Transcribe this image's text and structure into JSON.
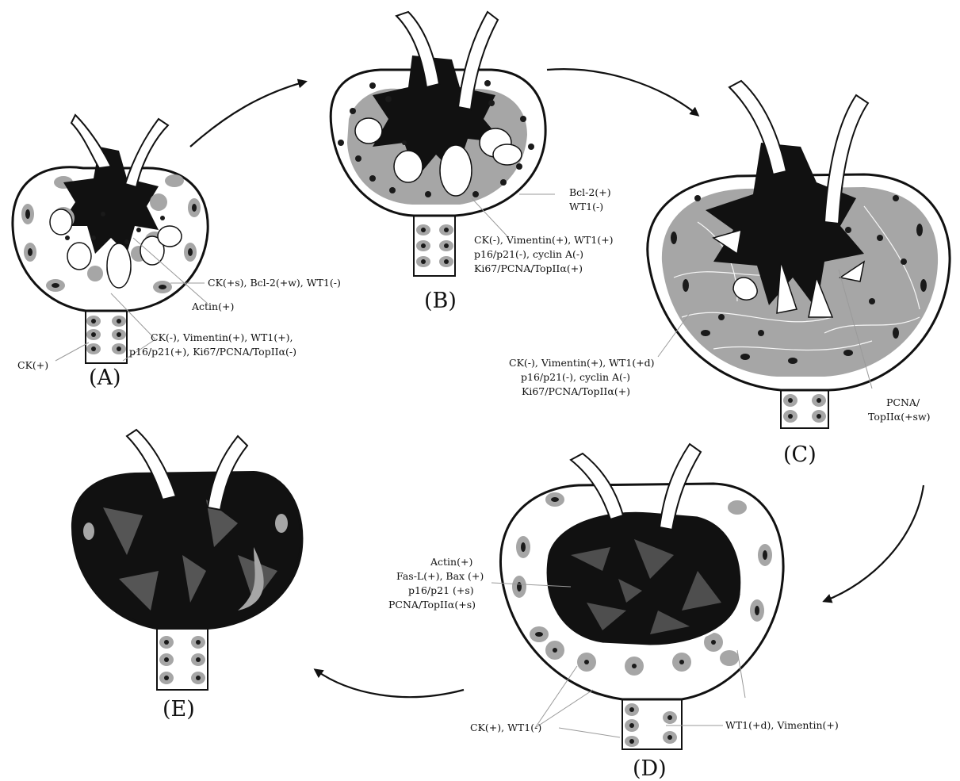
{
  "panels": {
    "a": {
      "label": "(A)",
      "annotations": [
        "CK(+s), Bcl-2(+w), WT1(-)",
        "Actin(+)",
        "CK(-), Vimentin(+), WT1(+),",
        "p16/p21(+), Ki67/PCNA/TopIIα(-)",
        "CK(+)"
      ]
    },
    "b": {
      "label": "(B)",
      "annotations": [
        "Bcl-2(+)",
        "WT1(-)",
        "CK(-), Vimentin(+), WT1(+)",
        "p16/p21(-), cyclin A(-)",
        "Ki67/PCNA/TopIIα(+)"
      ]
    },
    "c": {
      "label": "(C)",
      "annotations": [
        "CK(-), Vimentin(+), WT1(+d)",
        "p16/p21(-), cyclin A(-)",
        "Ki67/PCNA/TopIIα(+)",
        "PCNA/",
        "TopIIα(+sw)"
      ]
    },
    "d": {
      "label": "(D)",
      "annotations": [
        "Actin(+)",
        "Fas-L(+), Bax (+)",
        "p16/p21 (+s)",
        "PCNA/TopIIα(+s)",
        "CK(+), WT1(-)",
        "WT1(+d), Vimentin(+)"
      ]
    },
    "e": {
      "label": "(E)"
    }
  },
  "colors": {
    "ink": "#111111",
    "cell_gray": "#a6a6a6",
    "nucleus": "#1a1a1a",
    "background": "#ffffff",
    "dark_gray": "#555555"
  }
}
